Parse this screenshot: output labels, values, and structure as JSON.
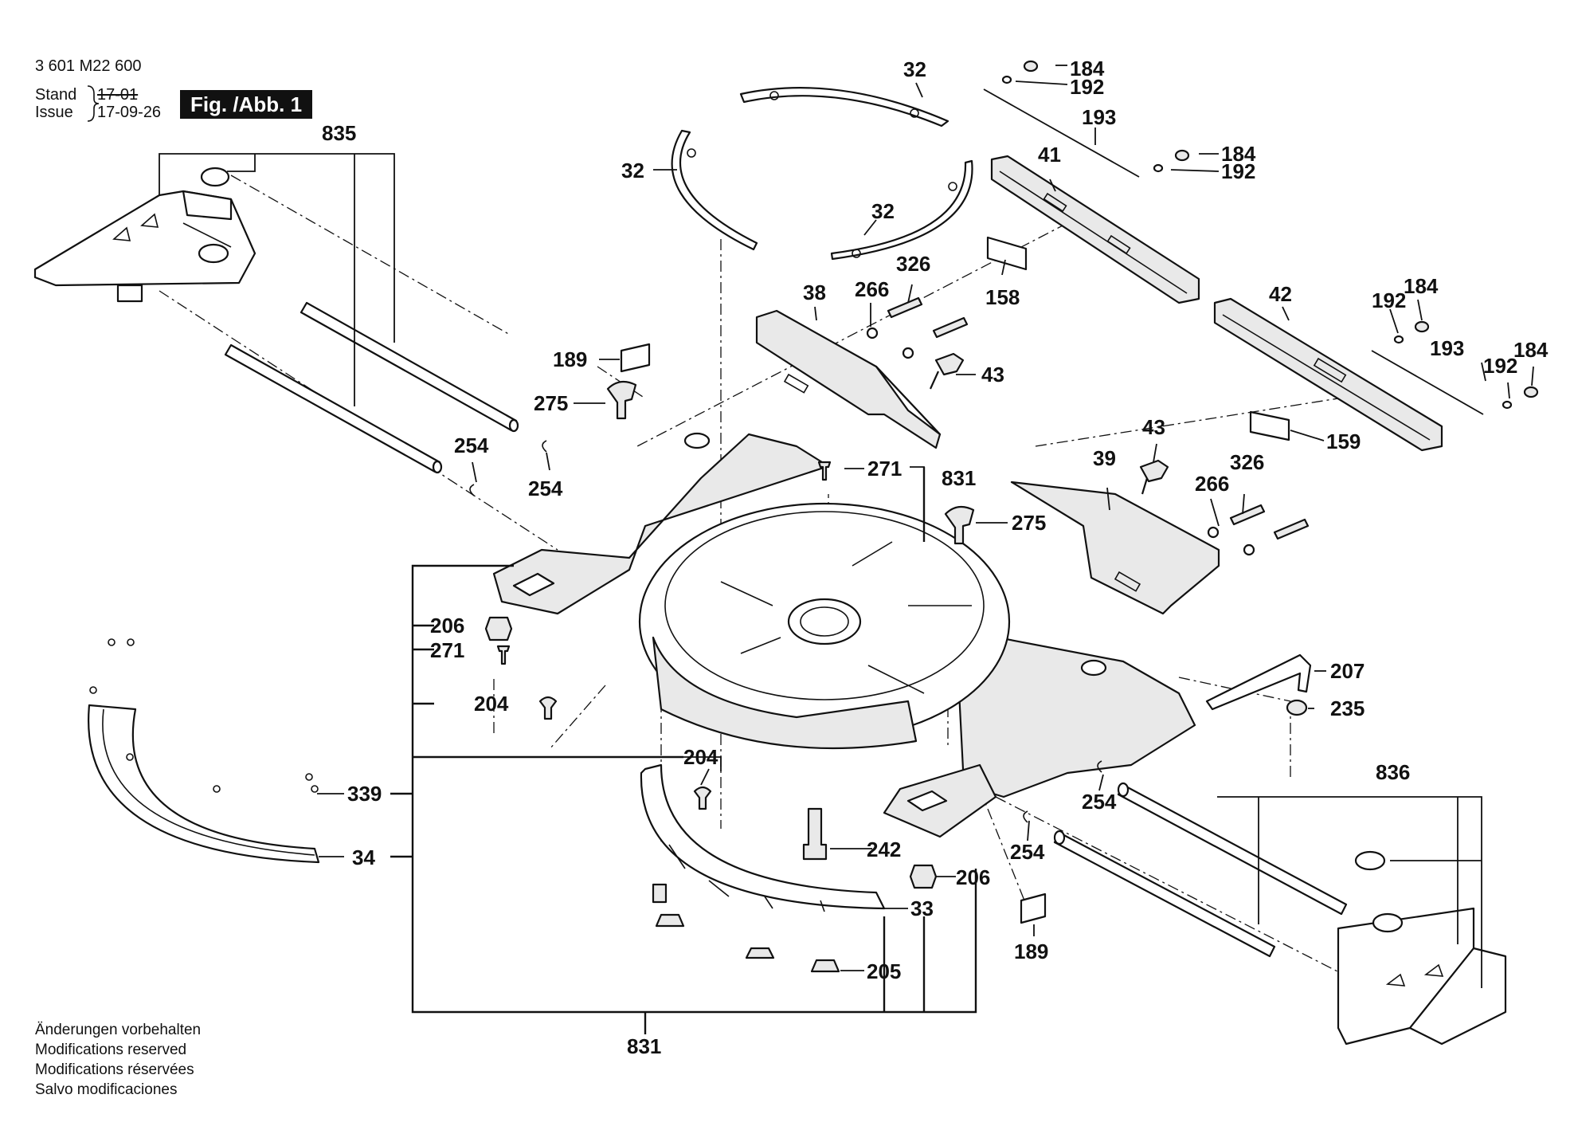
{
  "header": {
    "doc_number": "3 601 M22 600",
    "stand_label": "Stand",
    "issue_label": "Issue",
    "stand_value": "17-01",
    "issue_value": "17-09-26",
    "figure_label": "Fig. /Abb. 1"
  },
  "footer_notes": [
    "Änderungen vorbehalten",
    "Modifications reserved",
    "Modifications réservées",
    "Salvo modificaciones"
  ],
  "callouts": {
    "c835": "835",
    "c32a": "32",
    "c32b": "32",
    "c32c": "32",
    "c184a": "184",
    "c192a": "192",
    "c193a": "193",
    "c184b": "184",
    "c192b": "192",
    "c41": "41",
    "c158": "158",
    "c38": "38",
    "c266a": "266",
    "c326a": "326",
    "c189a": "189",
    "c275a": "275",
    "c43a": "43",
    "c42": "42",
    "c192c": "192",
    "c184c": "184",
    "c193b": "193",
    "c192d": "192",
    "c184d": "184",
    "c159": "159",
    "c254a": "254",
    "c254b": "254",
    "c271a": "271",
    "c831a": "831",
    "c43b": "43",
    "c39": "39",
    "c326b": "326",
    "c266b": "266",
    "c275b": "275",
    "c206a": "206",
    "c271b": "271",
    "c204a": "204",
    "c207": "207",
    "c235": "235",
    "c204b": "204",
    "c339": "339",
    "c34": "34",
    "c242": "242",
    "c206b": "206",
    "c33": "33",
    "c254c": "254",
    "c254d": "254",
    "c836": "836",
    "c189b": "189",
    "c205": "205",
    "c831b": "831"
  }
}
